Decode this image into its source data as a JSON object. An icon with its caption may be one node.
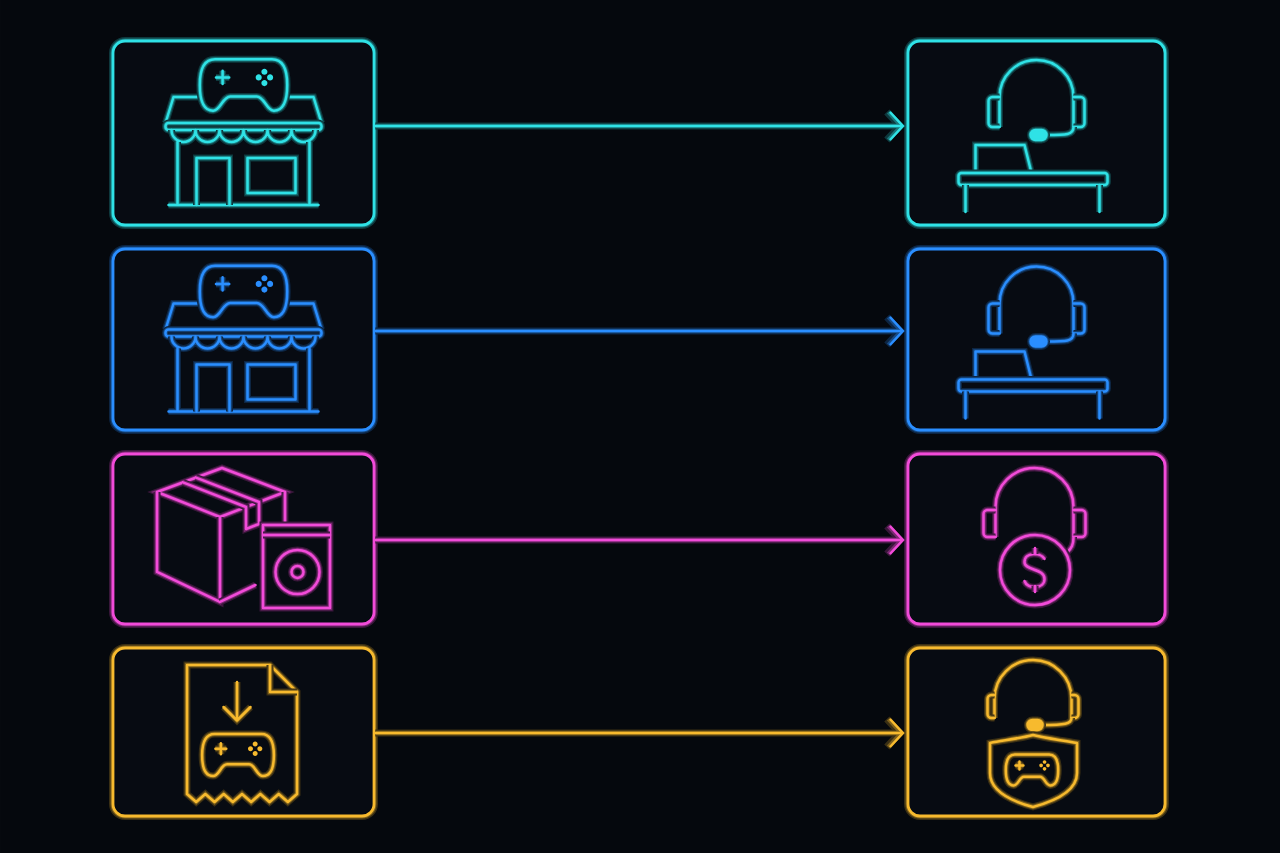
{
  "diagram": {
    "nodes": [
      {
        "text": [],
        "shape": "picture"
      },
      {
        "text": [],
        "shape": "picture"
      },
      {
        "text": [],
        "shape": "picture"
      },
      {
        "text": [],
        "shape": "picture"
      },
      {
        "text": [],
        "shape": "picture"
      },
      {
        "text": [],
        "shape": "picture"
      },
      {
        "text": [],
        "shape": "picture"
      },
      {
        "text": [],
        "shape": "picture"
      }
    ],
    "edges": [
      {
        "from": 0,
        "to": 1,
        "arrow": "to",
        "color": "#2fe2e6"
      },
      {
        "from": 2,
        "to": 3,
        "arrow": "to",
        "color": "#2a8eff"
      },
      {
        "from": 4,
        "to": 5,
        "arrow": "to",
        "color": "#f24bd9"
      },
      {
        "from": 6,
        "to": 7,
        "arrow": "to",
        "color": "#f7ba2e"
      }
    ]
  }
}
